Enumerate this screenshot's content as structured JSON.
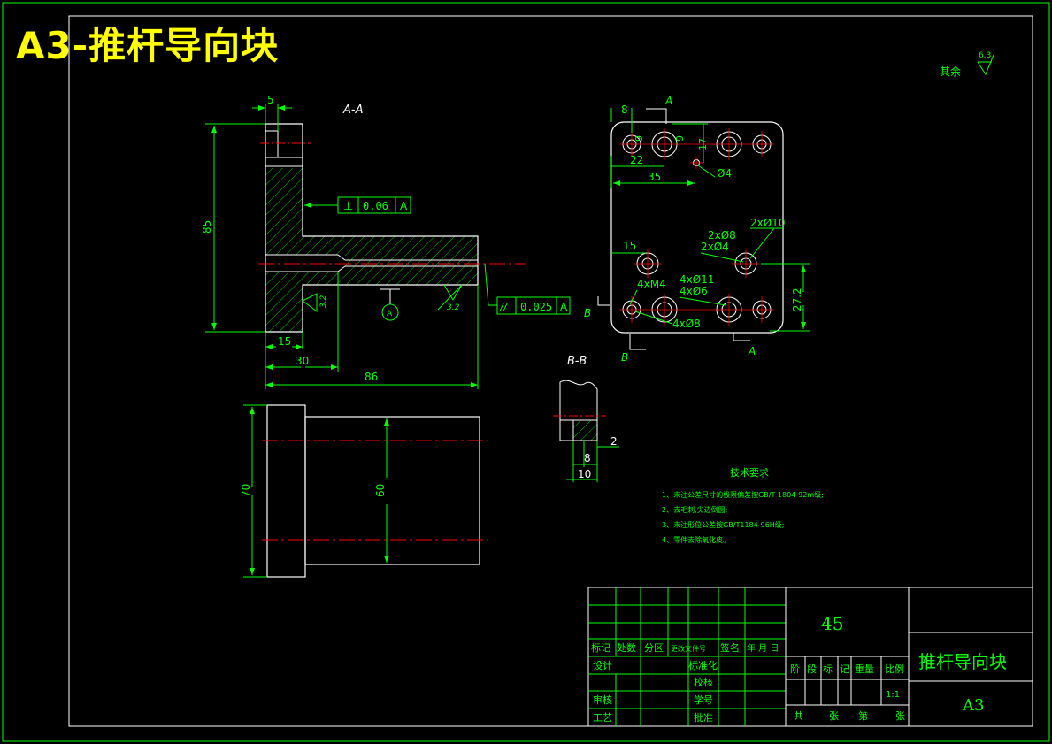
{
  "banner": "A3-推杆导向块",
  "colors": {
    "frame": "#00ff00",
    "outline": "#ffffff",
    "center": "#ff0000",
    "dim": "#00ff00",
    "hatch": "#00ff00",
    "banner": "#ffff00"
  },
  "roughness": {
    "label": "其余",
    "value": "6.3"
  },
  "section_view": {
    "label": "A-A",
    "dims": {
      "d5": "5",
      "d85": "85",
      "d15": "15",
      "d30": "30",
      "d86": "86"
    },
    "tol_perp": {
      "symbol": "⊥",
      "value": "0.06",
      "datum": "A"
    },
    "tol_par": {
      "symbol": "//",
      "value": "0.025",
      "datum": "A"
    },
    "rough1": "3.2",
    "rough2": "3.2",
    "datum": "A"
  },
  "top_view": {
    "section_letter_a": "A",
    "section_letter_b": "B",
    "dims": {
      "d8": "8",
      "d9a": "9",
      "d9b": "9",
      "d17": "17",
      "d22": "22",
      "d35": "35",
      "phi4": "Ø4",
      "d15": "15",
      "d272": "27.2"
    },
    "callouts": {
      "c1": "2xØ10",
      "c2": "2xØ8",
      "c3": "2xØ4",
      "c4": "4xM4",
      "c5": "4xØ11",
      "c6": "4xØ6",
      "c7": "4xØ8"
    }
  },
  "bottom_view": {
    "dims": {
      "d70": "70",
      "d60": "60"
    }
  },
  "detail_view": {
    "label": "B-B",
    "dims": {
      "d2": "2",
      "d8": "8",
      "d10": "10"
    }
  },
  "tech_notes": {
    "title": "技术要求",
    "items": [
      "1、未注公差尺寸的极限偏差按GB/T 1804-92m级;",
      "2、去毛刺,尖边倒圆;",
      "3、未注形位公差按GB/T1184-96H级;",
      "4、零件去除氧化皮。"
    ]
  },
  "title_block": {
    "material": "45",
    "part_name": "推杆导向块",
    "size": "A3",
    "scale": "1:1",
    "row_labels": [
      "标记",
      "处数",
      "分区",
      "更改文件号",
      "签名",
      "年 月 日"
    ],
    "design": "设计",
    "standardize": "标准化",
    "check": "审核",
    "process": "工艺",
    "approve": "批准",
    "proofread": "校核",
    "student_id": "学号",
    "stage_cols": [
      "阶",
      "段",
      "标",
      "记",
      "重量",
      "比例"
    ],
    "sheet": [
      "共",
      "张",
      "第",
      "张"
    ]
  }
}
